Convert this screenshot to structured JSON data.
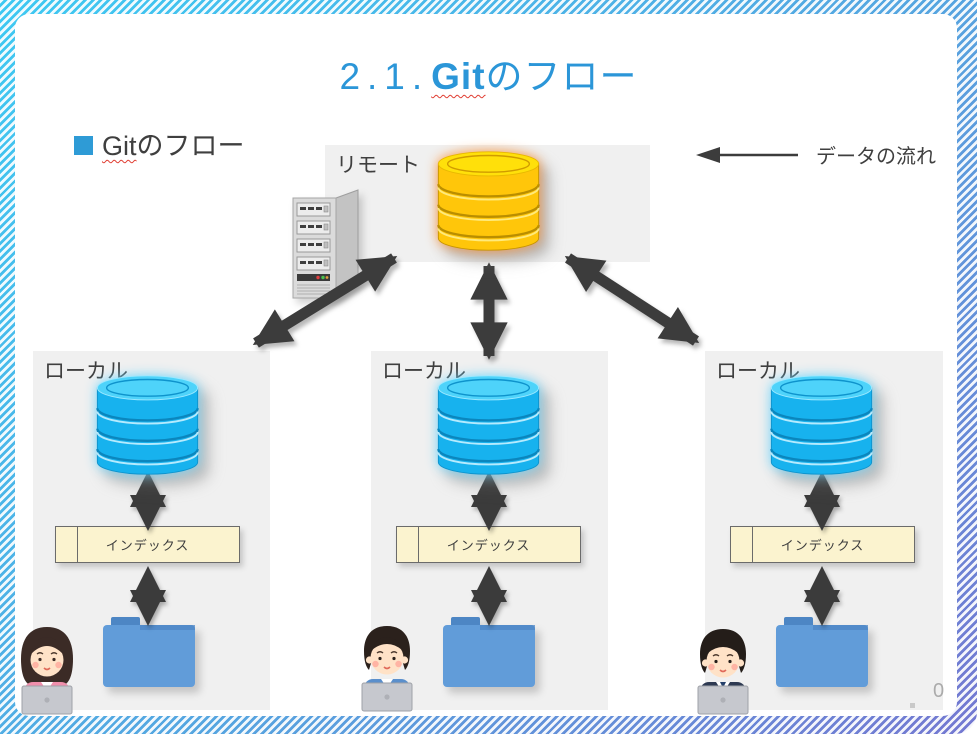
{
  "slide": {
    "title": {
      "number": "2.1.",
      "keyword": "Git",
      "suffix": "のフロー"
    },
    "heading": {
      "keyword": "Git",
      "suffix": "のフロー"
    },
    "legend_label": "データの流れ",
    "remote_label": "リモート",
    "page_number": "0"
  },
  "locals": [
    {
      "label": "ローカル",
      "index_label": "インデックス",
      "person": "woman-at-laptop"
    },
    {
      "label": "ローカル",
      "index_label": "インデックス",
      "person": "man-at-laptop"
    },
    {
      "label": "ローカル",
      "index_label": "インデックス",
      "person": "businessman-at-laptop"
    }
  ],
  "icons": {
    "remote_storage": "database-icon-yellow",
    "local_storage": "database-icon-blue",
    "server": "server-tower-icon",
    "workspace": "folder-icon",
    "flow": "double-headed-arrow-icon"
  },
  "colors": {
    "title_blue": "#2B96D8",
    "accent_square": "#2E9BD6",
    "box_gray": "#F0F0F0",
    "remote_db": "#FFC60A",
    "local_db": "#17B2EE",
    "arrow_dark": "#3C3C3C",
    "index_bg": "#FBF3CF",
    "folder_blue": "#619CD9",
    "border_gradient": [
      "#3EC9F2",
      "#56A5E0",
      "#7478D1"
    ]
  }
}
